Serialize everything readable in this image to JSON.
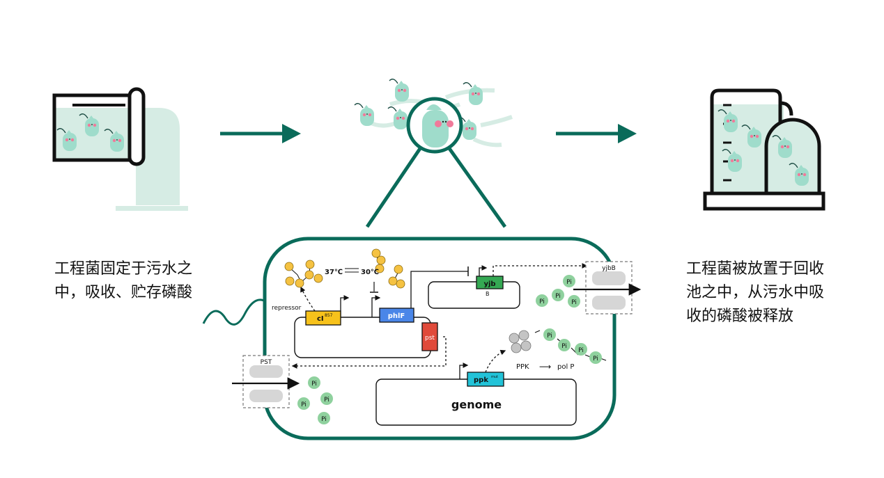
{
  "captions": {
    "left": [
      "工程菌固定于污水之",
      "中，吸收、贮存磷酸"
    ],
    "right": [
      "工程菌被放置于回收",
      "池之中，从污水中吸",
      "收的磷酸被释放"
    ]
  },
  "labels": {
    "repressor": "repressor",
    "temp_37": "37℃",
    "temp_30": "30℃",
    "ci": "cI",
    "ci_sup": "857",
    "phlf": "phlF",
    "pst_gene": "pst",
    "yjb": "yjb",
    "yjb_b": "B",
    "yjbb_transporter": "yjbB",
    "pst_transporter": "PST",
    "ppk": "ppk",
    "ppk_sup": "mut",
    "ppk_text": "PPK",
    "arrow_text": "⟶",
    "polp": "pol P",
    "genome": "genome",
    "pi": "Pi"
  },
  "colors": {
    "dark_green": "#0a6b5a",
    "mint": "#d6ece4",
    "bacteria": "#9fdccb",
    "cheek": "#f07a9a",
    "yellow": "#f5c242",
    "ci_box": "#f7c21b",
    "phlf_box": "#4a86e8",
    "pst_box": "#e04a3a",
    "yjb_box": "#34a853",
    "ppk_box": "#22c3d8",
    "pi_ball": "#8fd19e",
    "grey_ball": "#c4c4c4"
  }
}
